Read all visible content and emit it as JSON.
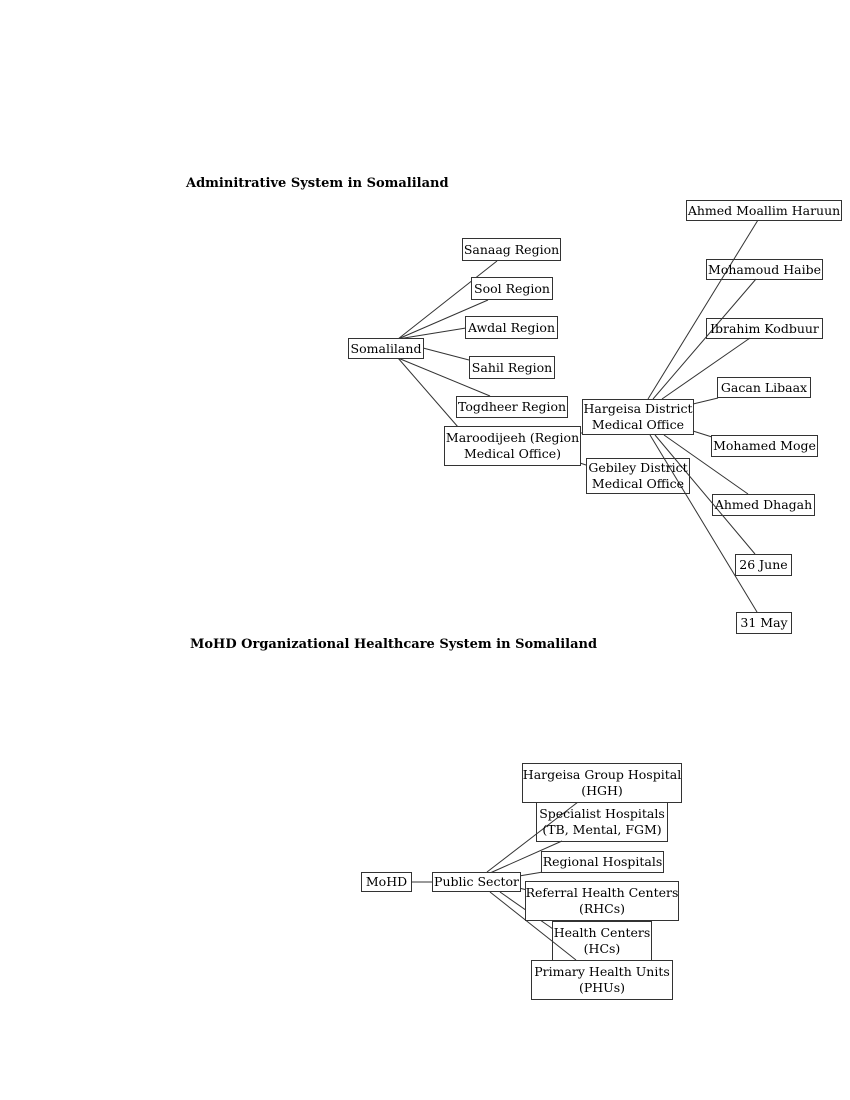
{
  "diagram1": {
    "title": "Adminitrative System in Somaliland",
    "root": "Somaliland",
    "regions": [
      "Sanaag Region",
      "Sool Region",
      "Awdal Region",
      "Sahil Region",
      "Togdheer Region"
    ],
    "maroodijeeh": [
      "Maroodijeeh (Region",
      "Medical Office)"
    ],
    "hargeisa": [
      "Hargeisa District",
      "Medical Office"
    ],
    "gebiley": [
      "Gebiley District",
      "Medical Office"
    ],
    "sub_districts": [
      "Ahmed Moallim Haruun",
      "Mohamoud Haibe",
      "Ibrahim Kodbuur",
      "Gacan Libaax",
      "Mohamed Moge",
      "Ahmed Dhagah",
      "26 June",
      "31 May"
    ]
  },
  "diagram2": {
    "title": "MoHD Organizational Healthcare System in Somaliland",
    "root": "MoHD",
    "sector": "Public Sector",
    "facilities": {
      "hgh": [
        "Hargeisa Group Hospital",
        "(HGH)"
      ],
      "specialist": [
        "Specialist Hospitals",
        "(TB, Mental, FGM)"
      ],
      "regional": "Regional Hospitals",
      "rhc": [
        "Referral Health Centers",
        "(RHCs)"
      ],
      "hc": [
        "Health Centers",
        "(HCs)"
      ],
      "phu": [
        "Primary Health Units",
        "(PHUs)"
      ]
    }
  }
}
